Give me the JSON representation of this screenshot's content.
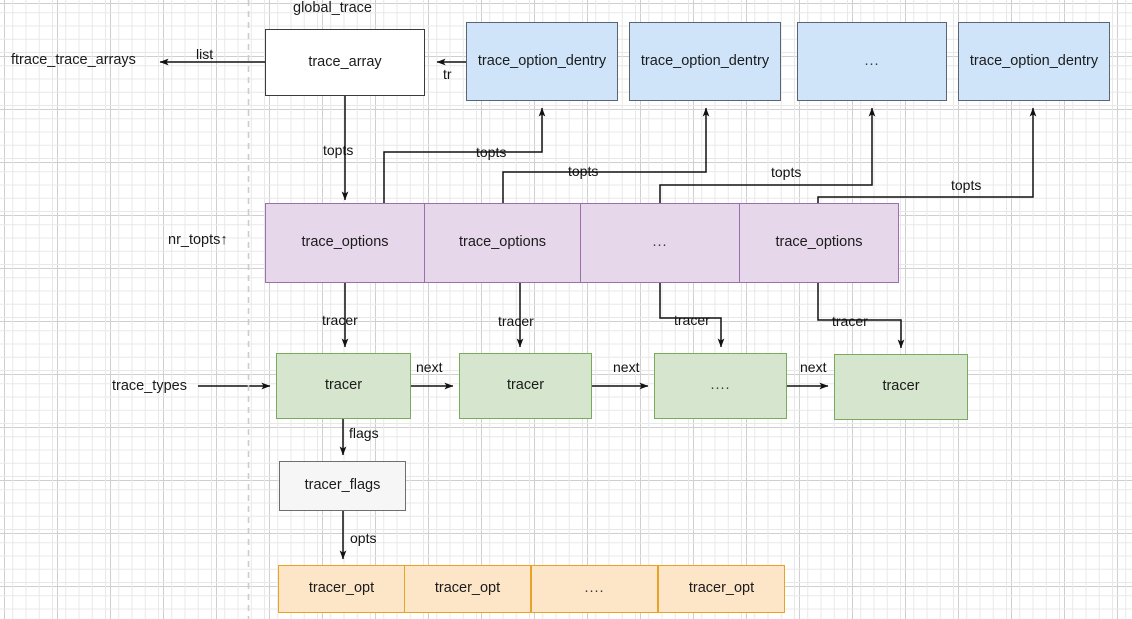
{
  "diagram": {
    "title_label": "global_trace",
    "left_labels": {
      "ftrace_trace_arrays": "ftrace_trace_arrays",
      "nr_topts": "nr_topts↑",
      "trace_types": "trace_types"
    },
    "nodes": {
      "trace_array": "trace_array",
      "dentry_1": "trace_option_dentry",
      "dentry_2": "trace_option_dentry",
      "dentry_3": "...",
      "dentry_4": "trace_option_dentry",
      "options_1": "trace_options",
      "options_2": "trace_options",
      "options_3": "...",
      "options_4": "trace_options",
      "tracer_1": "tracer",
      "tracer_2": "tracer",
      "tracer_3": "....",
      "tracer_4": "tracer",
      "tracer_flags": "tracer_flags",
      "opt_1": "tracer_opt",
      "opt_2": "tracer_opt",
      "opt_3": "....",
      "opt_4": "tracer_opt"
    },
    "edge_labels": {
      "list": "list",
      "tr": "tr",
      "topts_main": "topts",
      "topts_1": "topts",
      "topts_2": "topts",
      "topts_3": "topts",
      "topts_4": "topts",
      "tracer_1": "tracer",
      "tracer_2": "tracer",
      "tracer_3": "tracer",
      "tracer_4": "tracer",
      "next_1": "next",
      "next_2": "next",
      "next_3": "next",
      "flags": "flags",
      "opts": "opts"
    },
    "colors": {
      "blue_fill": "#cfe4f9",
      "purple_fill": "#e6d7ea",
      "green_fill": "#d6e5cd",
      "orange_fill": "#fde5c8",
      "gray_fill": "#f6f6f6",
      "stroke": "#3b3b3b"
    }
  }
}
